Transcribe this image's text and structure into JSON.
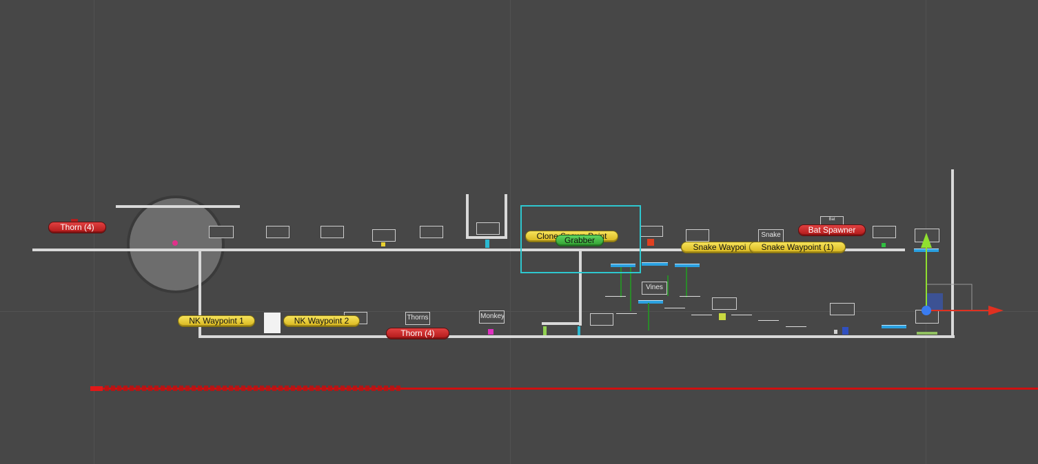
{
  "scene_labels": {
    "thorn_left": "Thorn (4)",
    "clone_spawn_point": "Clone Spawn Point",
    "grabber": "Grabber",
    "snake_waypoint": "Snake Waypoi",
    "snake_waypoint_1": "Snake Waypoint (1)",
    "bat_spawner": "Bat Spawner",
    "nk_waypoint_1": "NK Waypoint 1",
    "nk_waypoint_2": "NK Waypoint 2",
    "thorn_bottom": "Thorn (4)"
  },
  "tags": {
    "vines": "Vines",
    "snake": "Snake",
    "monkey": "Monkey",
    "thorns": "Thorns",
    "bat": "Bat"
  },
  "colors": {
    "background": "#474747",
    "selection": "#2ec8d0",
    "pill_yellow": "#e9cc34",
    "pill_red": "#c82020",
    "pill_green": "#44bb44",
    "gizmo_x": "#e03020",
    "gizmo_y": "#90e030",
    "gizmo_center": "#3a7cf0"
  },
  "icons": [
    "transform-gizmo-icon",
    "camera-icon",
    "scene-marker-icon"
  ]
}
